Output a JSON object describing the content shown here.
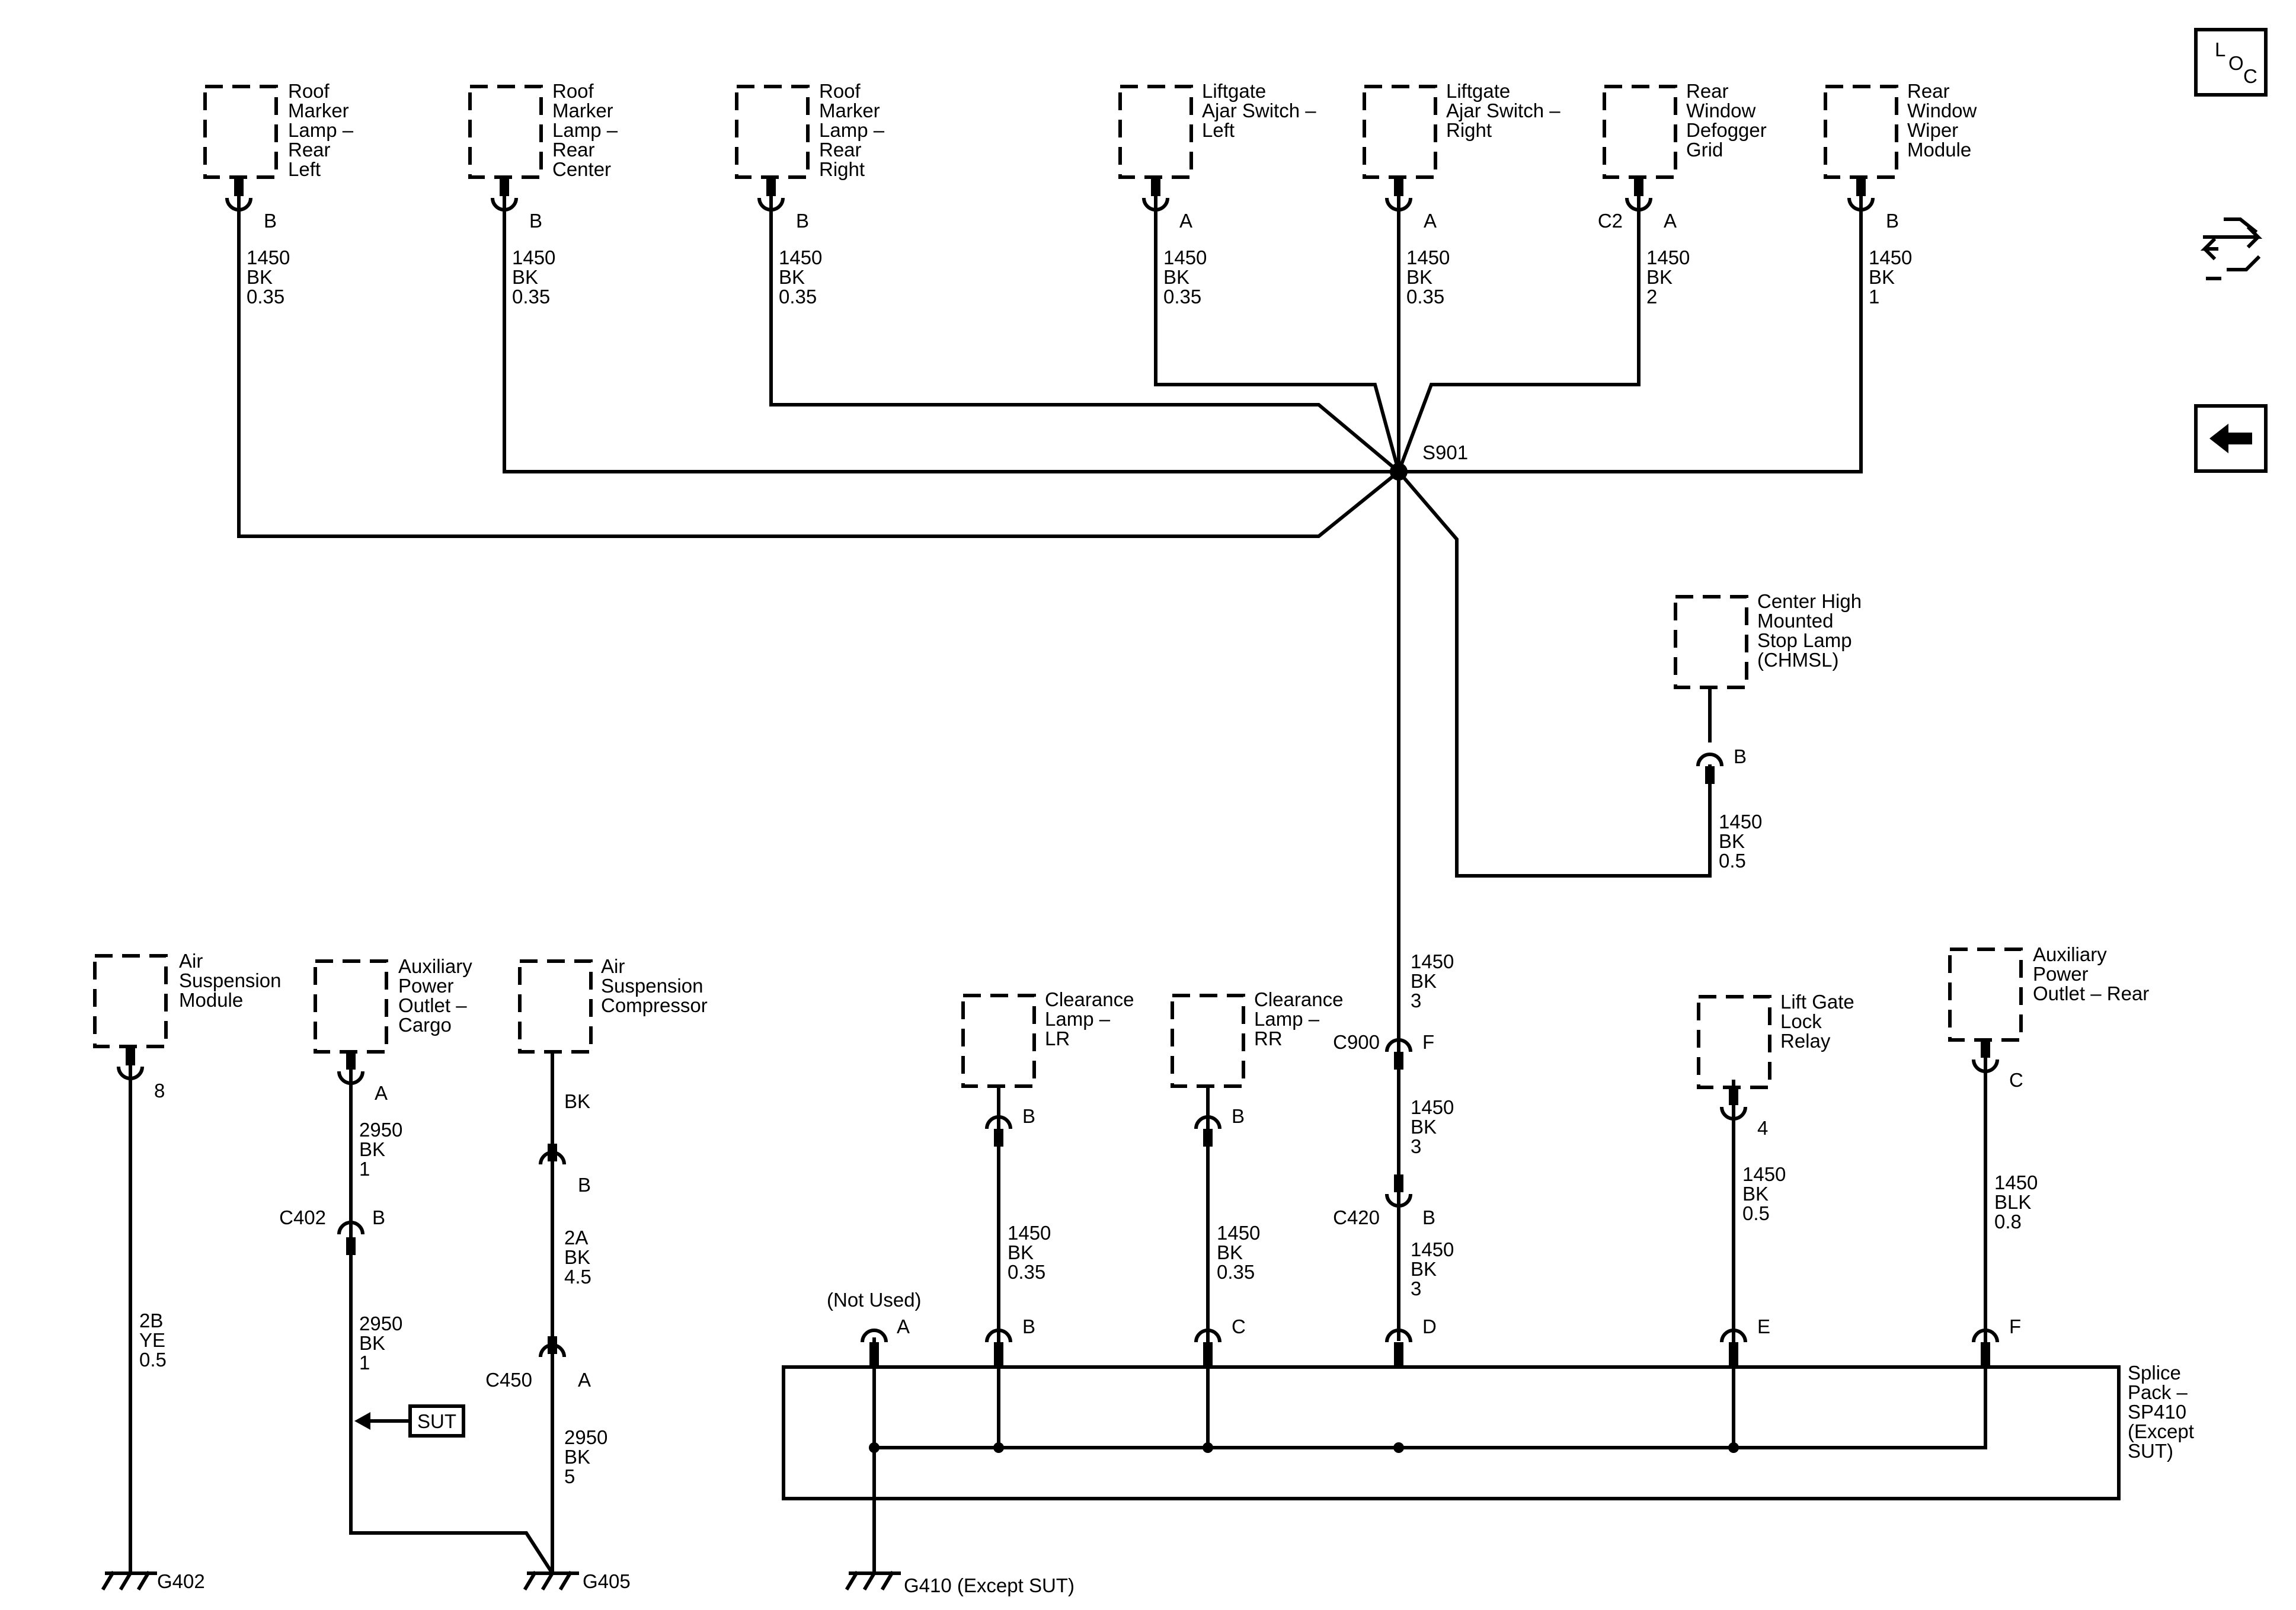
{
  "components": {
    "roof_rl": [
      "Roof",
      "Marker",
      "Lamp –",
      "Rear",
      "Left"
    ],
    "roof_rc": [
      "Roof",
      "Marker",
      "Lamp –",
      "Rear",
      "Center"
    ],
    "roof_rr": [
      "Roof",
      "Marker",
      "Lamp –",
      "Rear",
      "Right"
    ],
    "liftgate_l": [
      "Liftgate",
      "Ajar Switch –",
      "Left"
    ],
    "liftgate_r": [
      "Liftgate",
      "Ajar Switch –",
      "Right"
    ],
    "rear_defog": [
      "Rear",
      "Window",
      "Defogger",
      "Grid"
    ],
    "rear_wiper": [
      "Rear",
      "Window",
      "Wiper",
      "Module"
    ],
    "chmsl": [
      "Center High",
      "Mounted",
      "Stop Lamp",
      "(CHMSL)"
    ],
    "air_susp_module": [
      "Air",
      "Suspension",
      "Module"
    ],
    "aux_power_cargo": [
      "Auxiliary",
      "Power",
      "Outlet –",
      "Cargo"
    ],
    "air_susp_comp": [
      "Air",
      "Suspension",
      "Compressor"
    ],
    "clearance_lr": [
      "Clearance",
      "Lamp –",
      "LR"
    ],
    "clearance_rr": [
      "Clearance",
      "Lamp –",
      "RR"
    ],
    "liftgate_relay": [
      "Lift Gate",
      "Lock",
      "Relay"
    ],
    "aux_power_rear": [
      "Auxiliary",
      "Power",
      "Outlet – Rear"
    ],
    "splice_pack": [
      "Splice",
      "Pack –",
      "SP410",
      "(Except",
      "SUT)"
    ]
  },
  "pins": {
    "roof_rl": "B",
    "roof_rc": "B",
    "roof_rr": "B",
    "liftgate_l": "A",
    "liftgate_r": "A",
    "rear_defog": "A",
    "rear_wiper": "B",
    "chmsl": "B",
    "air_susp_module": "8",
    "aux_power_cargo": "A",
    "aux_c402": "B",
    "comp_inline": "B",
    "comp_c450": "A",
    "clearance_lr": "B",
    "clearance_rr": "B",
    "c900": "F",
    "c420": "B",
    "liftgate_relay": "4",
    "aux_power_rear": "C",
    "sp_a": "A",
    "sp_b": "B",
    "sp_c": "C",
    "sp_d": "D",
    "sp_e": "E",
    "sp_f": "F"
  },
  "wires": {
    "roof_rl": [
      "1450",
      "BK",
      "0.35"
    ],
    "roof_rc": [
      "1450",
      "BK",
      "0.35"
    ],
    "roof_rr": [
      "1450",
      "BK",
      "0.35"
    ],
    "liftgate_l": [
      "1450",
      "BK",
      "0.35"
    ],
    "liftgate_r": [
      "1450",
      "BK",
      "0.35"
    ],
    "rear_defog": [
      "1450",
      "BK",
      "2"
    ],
    "rear_wiper": [
      "1450",
      "BK",
      "1"
    ],
    "chmsl": [
      "1450",
      "BK",
      "0.5"
    ],
    "s901_c900": [
      "1450",
      "BK",
      "3"
    ],
    "c900_c420": [
      "1450",
      "BK",
      "3"
    ],
    "c420_sp": [
      "1450",
      "BK",
      "3"
    ],
    "clearance_lr": [
      "1450",
      "BK",
      "0.35"
    ],
    "clearance_rr": [
      "1450",
      "BK",
      "0.35"
    ],
    "liftgate_relay": [
      "1450",
      "BK",
      "0.5"
    ],
    "aux_power_rear": [
      "1450",
      "BLK",
      "0.8"
    ],
    "air_susp_module": [
      "2B",
      "YE",
      "0.5"
    ],
    "aux_cargo_upper": [
      "2950",
      "BK",
      "1"
    ],
    "aux_cargo_lower": [
      "2950",
      "BK",
      "1"
    ],
    "comp_top": [
      "BK"
    ],
    "comp_mid": [
      "2A",
      "BK",
      "4.5"
    ],
    "comp_lower": [
      "2950",
      "BK",
      "5"
    ]
  },
  "connectors": {
    "c2": "C2",
    "c402": "C402",
    "c450": "C450",
    "c900": "C900",
    "c420": "C420"
  },
  "splice": {
    "s901": "S901"
  },
  "grounds": {
    "g402": "G402",
    "g405": "G405",
    "g410": "G410 (Except SUT)"
  },
  "notes": {
    "not_used": "(Not Used)",
    "sut": "SUT"
  },
  "nav": {
    "loc_letters": [
      "L",
      "O",
      "C"
    ],
    "icons": [
      "location-icon",
      "harness-icon",
      "back-arrow-icon"
    ]
  }
}
